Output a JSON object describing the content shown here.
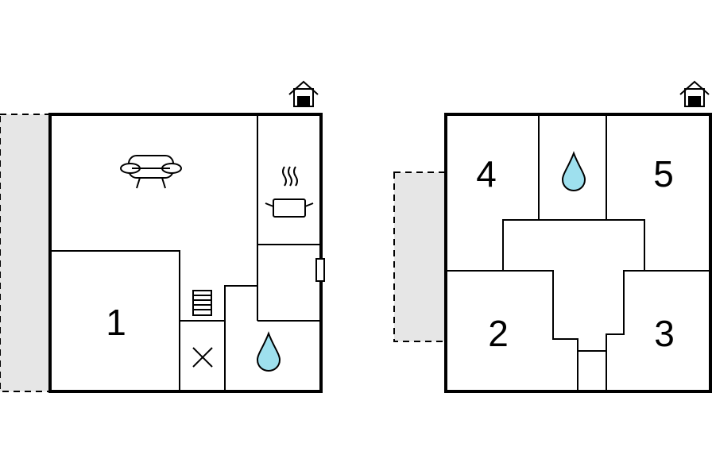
{
  "ground_floor": {
    "rooms": [
      {
        "label": "1",
        "kind": "bedroom"
      }
    ],
    "icons": [
      "sofa-icon",
      "kitchen-pot-icon",
      "stairs-icon",
      "utility-x-icon",
      "bathroom-drop-icon",
      "entrance-house-icon"
    ]
  },
  "upper_floor": {
    "rooms": [
      {
        "label": "4",
        "kind": "bedroom"
      },
      {
        "label": "5",
        "kind": "bedroom"
      },
      {
        "label": "2",
        "kind": "bedroom"
      },
      {
        "label": "3",
        "kind": "bedroom"
      }
    ],
    "icons": [
      "bathroom-drop-icon",
      "entrance-house-icon"
    ]
  },
  "colors": {
    "wall": "#000000",
    "terrace": "#e6e6e6",
    "water": "#9ee0ee",
    "background": "#ffffff"
  }
}
